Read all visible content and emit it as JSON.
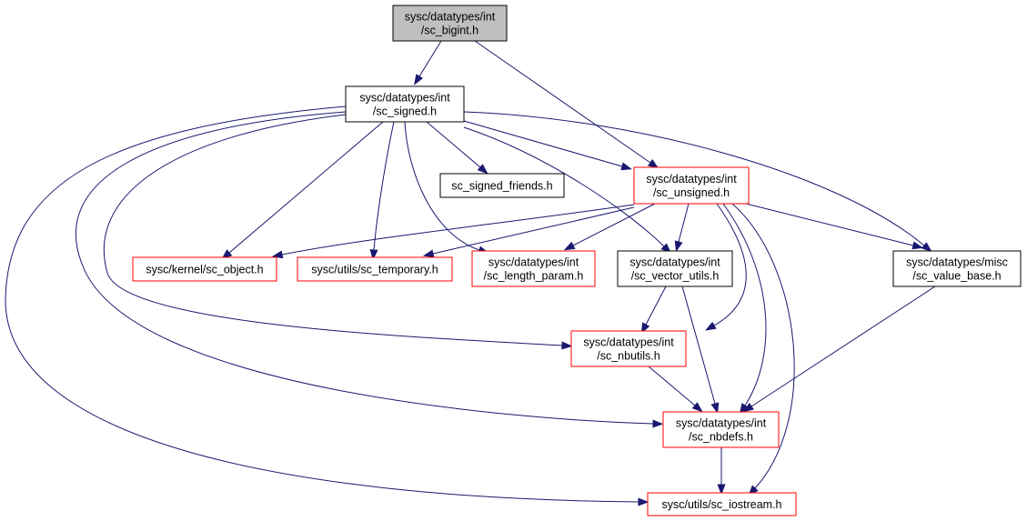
{
  "graph": {
    "colors": {
      "edge": "#191970",
      "root_fill": "#bfbfbf",
      "node_fill": "#ffffff",
      "border_black": "#000000",
      "border_red": "#ff0000"
    },
    "nodes": [
      {
        "id": "bigint",
        "lines": [
          "sysc/datatypes/int",
          "/sc_bigint.h"
        ],
        "border": "black",
        "filled": true
      },
      {
        "id": "signed",
        "lines": [
          "sysc/datatypes/int",
          "/sc_signed.h"
        ],
        "border": "black"
      },
      {
        "id": "signed_friends",
        "lines": [
          "sc_signed_friends.h"
        ],
        "border": "black"
      },
      {
        "id": "unsigned",
        "lines": [
          "sysc/datatypes/int",
          "/sc_unsigned.h"
        ],
        "border": "red"
      },
      {
        "id": "object",
        "lines": [
          "sysc/kernel/sc_object.h"
        ],
        "border": "red"
      },
      {
        "id": "temporary",
        "lines": [
          "sysc/utils/sc_temporary.h"
        ],
        "border": "red"
      },
      {
        "id": "length_param",
        "lines": [
          "sysc/datatypes/int",
          "/sc_length_param.h"
        ],
        "border": "red"
      },
      {
        "id": "vector_utils",
        "lines": [
          "sysc/datatypes/int",
          "/sc_vector_utils.h"
        ],
        "border": "black"
      },
      {
        "id": "value_base",
        "lines": [
          "sysc/datatypes/misc",
          "/sc_value_base.h"
        ],
        "border": "black"
      },
      {
        "id": "nbutils",
        "lines": [
          "sysc/datatypes/int",
          "/sc_nbutils.h"
        ],
        "border": "red"
      },
      {
        "id": "nbdefs",
        "lines": [
          "sysc/datatypes/int",
          "/sc_nbdefs.h"
        ],
        "border": "red"
      },
      {
        "id": "iostream",
        "lines": [
          "sysc/utils/sc_iostream.h"
        ],
        "border": "red"
      }
    ],
    "edges": [
      {
        "from": "bigint",
        "to": "signed"
      },
      {
        "from": "bigint",
        "to": "unsigned"
      },
      {
        "from": "signed",
        "to": "signed_friends"
      },
      {
        "from": "signed",
        "to": "unsigned"
      },
      {
        "from": "signed",
        "to": "object"
      },
      {
        "from": "signed",
        "to": "temporary"
      },
      {
        "from": "signed",
        "to": "length_param"
      },
      {
        "from": "signed",
        "to": "vector_utils"
      },
      {
        "from": "signed",
        "to": "value_base"
      },
      {
        "from": "signed",
        "to": "nbutils"
      },
      {
        "from": "signed",
        "to": "nbdefs"
      },
      {
        "from": "signed",
        "to": "iostream"
      },
      {
        "from": "unsigned",
        "to": "object"
      },
      {
        "from": "unsigned",
        "to": "temporary"
      },
      {
        "from": "unsigned",
        "to": "length_param"
      },
      {
        "from": "unsigned",
        "to": "vector_utils"
      },
      {
        "from": "unsigned",
        "to": "value_base"
      },
      {
        "from": "unsigned",
        "to": "nbutils"
      },
      {
        "from": "unsigned",
        "to": "nbdefs"
      },
      {
        "from": "unsigned",
        "to": "iostream"
      },
      {
        "from": "vector_utils",
        "to": "nbutils"
      },
      {
        "from": "vector_utils",
        "to": "nbdefs"
      },
      {
        "from": "value_base",
        "to": "nbdefs"
      },
      {
        "from": "nbutils",
        "to": "nbdefs"
      },
      {
        "from": "nbdefs",
        "to": "iostream"
      }
    ]
  }
}
